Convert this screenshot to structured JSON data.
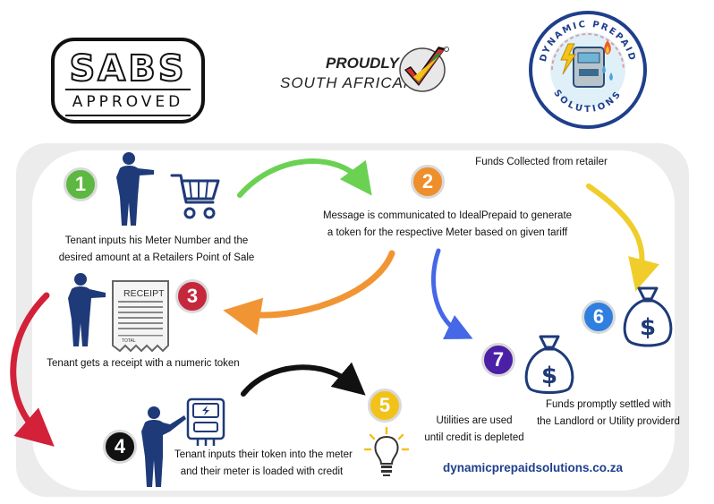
{
  "logos": {
    "sabs_word": "SABS",
    "sabs_sub": "APPROVED",
    "proudly": "PROUDLY",
    "south_african": "SOUTH AFRICAN",
    "dps_brand": "DYNAMIC PREPAID SOLUTIONS"
  },
  "steps": [
    {
      "num": "1",
      "color": "#5cb840",
      "text": "Tenant inputs his Meter Number and the desired amount at a Retailers Point of Sale"
    },
    {
      "num": "2",
      "color": "#ef8f2b",
      "text": "Message is communicated to IdealPrepaid to generate a token for the respective Meter based on given tariff"
    },
    {
      "num": "3",
      "color": "#c5283d",
      "text": "Tenant gets a receipt with a numeric token"
    },
    {
      "num": "4",
      "color": "#111111",
      "text": "Tenant inputs their token into the meter and their meter is loaded with credit"
    },
    {
      "num": "5",
      "color": "#f2c21b",
      "text": "Utilities are used until credit is depleted"
    },
    {
      "num": "6",
      "color": "#2f7fe0",
      "text": "Funds Collected from retailer"
    },
    {
      "num": "7",
      "color": "#4b1fa6",
      "text": "Funds promptly settled with the Landlord or Utility providerd"
    }
  ],
  "captions": {
    "s1_line1": "Tenant inputs his Meter Number and the",
    "s1_line2": "desired amount at a Retailers Point of Sale",
    "s2_line1": "Message is communicated to IdealPrepaid to generate",
    "s2_line2": "a token for the respective Meter based on given tariff",
    "s3": "Tenant gets a receipt with a numeric token",
    "s4_line1": "Tenant inputs their token into the meter",
    "s4_line2": "and their meter is loaded with credit",
    "s5_line1": "Utilities are used",
    "s5_line2": "until credit is depleted",
    "s6": "Funds Collected from retailer",
    "s7_line1": "Funds promptly settled with",
    "s7_line2": "the Landlord or Utility providerd"
  },
  "receipt": {
    "title": "RECEIPT",
    "total": "TOTAL"
  },
  "website": "dynamicprepaidsolutions.co.za",
  "colors": {
    "green": "#6bd152",
    "orange": "#f19534",
    "red": "#d3213a",
    "black": "#111111",
    "blue": "#4668e6",
    "yellow": "#f0cd2a",
    "person": "#1e3a78",
    "brand_blue": "#1f3f8c"
  }
}
